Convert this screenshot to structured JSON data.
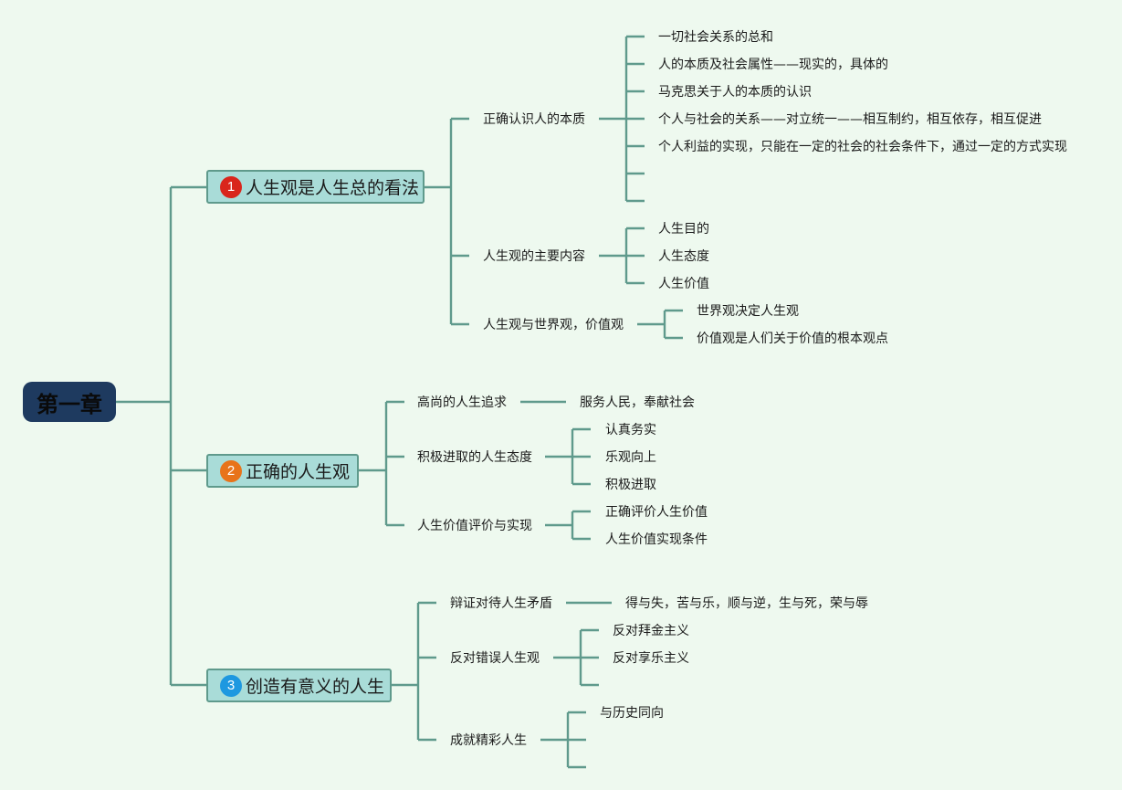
{
  "colors": {
    "background": "#eef9ef",
    "line": "#5f9a8c",
    "root_fill": "#1e3a5f",
    "main_fill": "#a9dcd8",
    "badge_1": "#d9261c",
    "badge_2": "#e8731a",
    "badge_3": "#1e98e0"
  },
  "root": {
    "label": "第一章"
  },
  "topics": [
    {
      "badge": "1",
      "label": "人生观是人生总的看法",
      "children": [
        {
          "label": "正确认识人的本质",
          "children": [
            "一切社会关系的总和",
            "人的本质及社会属性——现实的，具体的",
            "马克思关于人的本质的认识",
            "个人与社会的关系——对立统一——相互制约，相互依存，相互促进",
            "个人利益的实现，只能在一定的社会的社会条件下，通过一定的方式实现",
            "",
            ""
          ]
        },
        {
          "label": "人生观的主要内容",
          "children": [
            "人生目的",
            "人生态度",
            "人生价值"
          ]
        },
        {
          "label": "人生观与世界观，价值观",
          "children": [
            "世界观决定人生观",
            "价值观是人们关于价值的根本观点"
          ]
        }
      ]
    },
    {
      "badge": "2",
      "label": "正确的人生观",
      "children": [
        {
          "label": "高尚的人生追求",
          "children": [
            "服务人民，奉献社会"
          ]
        },
        {
          "label": "积极进取的人生态度",
          "children": [
            "认真务实",
            "乐观向上",
            "积极进取"
          ]
        },
        {
          "label": "人生价值评价与实现",
          "children": [
            "正确评价人生价值",
            "人生价值实现条件"
          ]
        }
      ]
    },
    {
      "badge": "3",
      "label": "创造有意义的人生",
      "children": [
        {
          "label": "辩证对待人生矛盾",
          "children": [
            "得与失，苦与乐，顺与逆，生与死，荣与辱"
          ]
        },
        {
          "label": "反对错误人生观",
          "children": [
            "反对拜金主义",
            "反对享乐主义",
            ""
          ]
        },
        {
          "label": "成就精彩人生",
          "children": [
            "与历史同向",
            "",
            ""
          ]
        }
      ]
    }
  ]
}
